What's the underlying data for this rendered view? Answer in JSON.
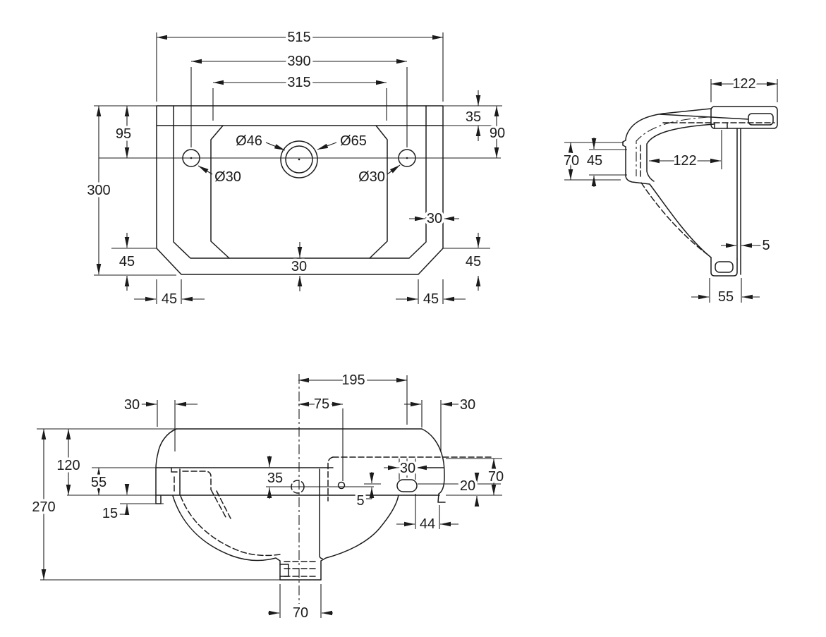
{
  "drawing": {
    "plan": {
      "overall_width": "515",
      "hole_spacing": "390",
      "bowl_width": "315",
      "holes_from_front": "95",
      "overall_depth": "300",
      "deck_depth": "35",
      "deck_to_holes": "90",
      "rim_side": "30",
      "rim_front": "30",
      "chamfer_left_depth": "45",
      "chamfer_right_depth": "45",
      "chamfer_left_width": "45",
      "chamfer_right_width": "45",
      "waste_hole": "Ø46",
      "waste_recess": "Ø65",
      "tap_hole_left": "Ø30",
      "tap_hole_right": "Ø30"
    },
    "side": {
      "shelf_depth": "122",
      "rim_height": "70",
      "front_edge_height": "45",
      "inner_depth": "122",
      "wall_gap": "5",
      "lug_depth": "55"
    },
    "front": {
      "slot_from_center": "195",
      "shoulder_left": "30",
      "overflow_from_center": "75",
      "shoulder_right": "30",
      "rim_depth": "120",
      "deck_height": "55",
      "hole_drop": "35",
      "slot_width": "30",
      "ledge_height": "70",
      "slot_to_bottom": "20",
      "overall_height": "270",
      "foot_height": "15",
      "hole_offset": "5",
      "slot_to_edge": "44",
      "trap_width": "70"
    }
  }
}
